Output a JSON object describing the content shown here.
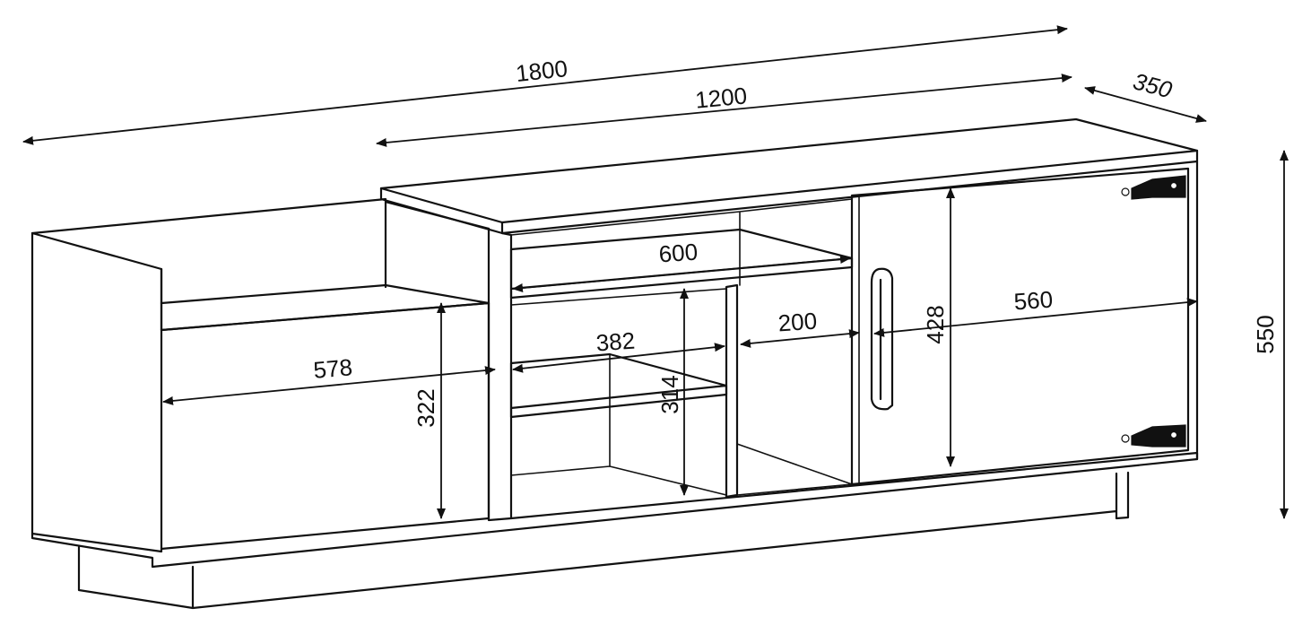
{
  "dimensions": {
    "total_width": "1800",
    "upper_width": "1200",
    "depth": "350",
    "height": "550",
    "shelf_width": "600",
    "open_height": "322",
    "open_width": "578",
    "niche_width": "382",
    "niche_height": "314",
    "compartment_width": "200",
    "door_height": "428",
    "door_width": "560"
  },
  "colors": {
    "ink": "#111111",
    "paper": "#ffffff"
  }
}
